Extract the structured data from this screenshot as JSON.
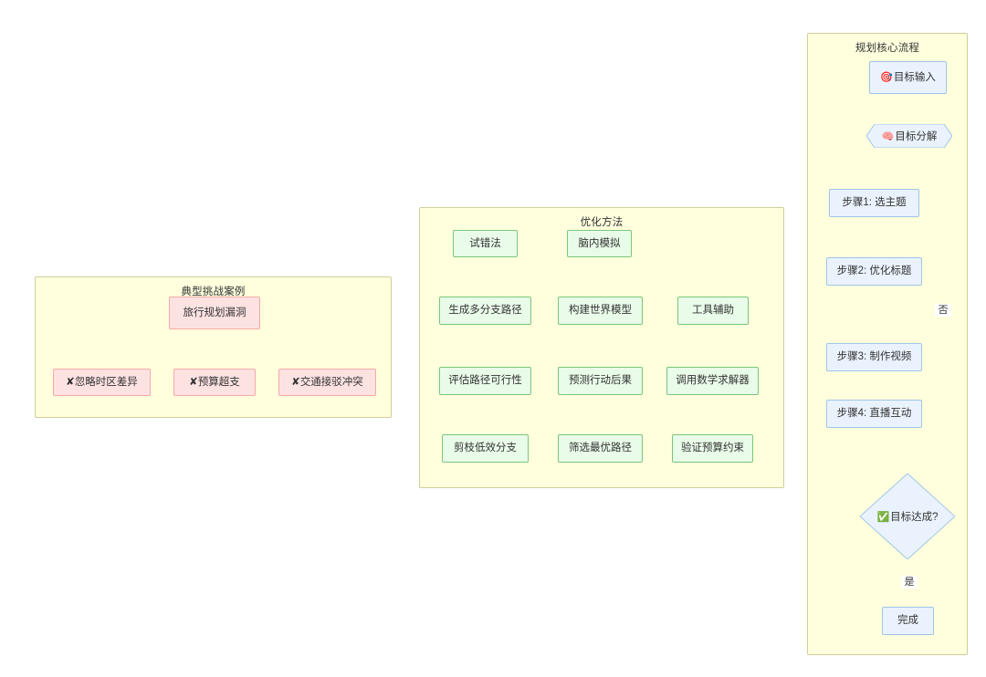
{
  "diagram": {
    "type": "flowchart",
    "background": "#ffffff",
    "colors": {
      "subgraph_fill": "#ffffde",
      "subgraph_border": "#cfcf9a",
      "green_fill": "#e9fbe9",
      "green_border": "#79c779",
      "blue_fill": "#eaf3fd",
      "blue_border": "#9fc5e8",
      "pink_fill": "#fde2e2",
      "pink_border": "#f4a9a9",
      "edge_stroke": "#4f4f4f",
      "text": "#333333"
    }
  },
  "challenges": {
    "title": "典型挑战案例",
    "root": "旅行规划漏洞",
    "items": [
      {
        "icon": "✘",
        "label": "忽略时区差异"
      },
      {
        "icon": "✘",
        "label": "预算超支"
      },
      {
        "icon": "✘",
        "label": "交通接驳冲突"
      }
    ]
  },
  "optimization": {
    "title": "优化方法",
    "columns": [
      {
        "head": "试错法",
        "steps": [
          "生成多分支路径",
          "评估路径可行性",
          "剪枝低效分支"
        ]
      },
      {
        "head": "脑内模拟",
        "steps": [
          "构建世界模型",
          "预测行动后果",
          "筛选最优路径"
        ]
      },
      {
        "head": null,
        "steps": [
          "工具辅助",
          "调用数学求解器",
          "验证预算约束"
        ]
      }
    ]
  },
  "core_process": {
    "title": "规划核心流程",
    "start": {
      "icon": "🎯",
      "label": "目标输入"
    },
    "decompose": {
      "icon": "🧠",
      "label": "目标分解"
    },
    "steps": [
      "步骤1: 选主题",
      "步骤2: 优化标题",
      "步骤3: 制作视频",
      "步骤4: 直播互动"
    ],
    "decision": {
      "icon": "✅",
      "label": "目标达成?"
    },
    "edge_labels": {
      "yes": "是",
      "no": "否"
    },
    "end": "完成"
  }
}
